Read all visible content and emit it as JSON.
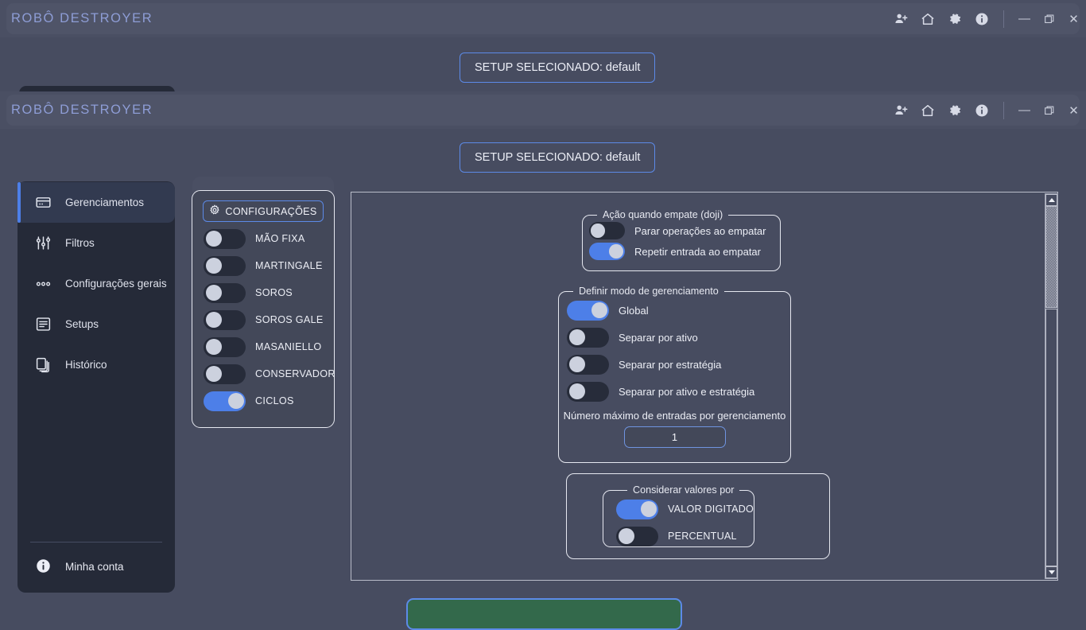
{
  "app": {
    "title": "ROBÔ DESTROYER",
    "titlebar_icons": [
      {
        "name": "add-person-icon",
        "label": "Adicionar usuário"
      },
      {
        "name": "home-icon",
        "label": "Início"
      },
      {
        "name": "gear-icon",
        "label": "Configurações"
      },
      {
        "name": "info-icon",
        "label": "Informações"
      }
    ],
    "window_controls": [
      {
        "name": "minimize-button",
        "glyph": "—"
      },
      {
        "name": "maximize-button",
        "glyph": "❐"
      },
      {
        "name": "close-button",
        "glyph": "✕"
      }
    ]
  },
  "setup": {
    "button_label": "SETUP SELECIONADO: default"
  },
  "sidebar": {
    "items": [
      {
        "label": "Gerenciamentos",
        "icon": "card-icon",
        "active": true
      },
      {
        "label": "Filtros",
        "icon": "sliders-icon",
        "active": false
      },
      {
        "label": "Configurações gerais",
        "icon": "dots-icon",
        "active": false
      },
      {
        "label": "Setups",
        "icon": "list-icon",
        "active": false
      },
      {
        "label": "Histórico",
        "icon": "copy-icon",
        "active": false
      }
    ],
    "account": {
      "label": "Minha conta",
      "icon": "info-filled-icon"
    }
  },
  "config_panel": {
    "header": "CONFIGURAÇÕES",
    "header_icon": "gear-icon",
    "toggles": [
      {
        "label": "MÃO FIXA",
        "on": false
      },
      {
        "label": "MARTINGALE",
        "on": false
      },
      {
        "label": "SOROS",
        "on": false
      },
      {
        "label": "SOROS GALE",
        "on": false
      },
      {
        "label": "MASANIELLO",
        "on": false
      },
      {
        "label": "CONSERVADOR",
        "on": false
      },
      {
        "label": "CICLOS",
        "on": true
      }
    ]
  },
  "doji": {
    "legend": "Ação quando empate (doji)",
    "options": [
      {
        "label": "Parar operações ao empatar",
        "on": false
      },
      {
        "label": "Repetir entrada ao empatar",
        "on": true
      }
    ]
  },
  "mode": {
    "legend": "Definir modo de gerenciamento",
    "options": [
      {
        "label": "Global",
        "on": true
      },
      {
        "label": "Separar por ativo",
        "on": false
      },
      {
        "label": "Separar por estratégia",
        "on": false
      },
      {
        "label": "Separar por ativo e estratégia",
        "on": false
      }
    ],
    "max_entries_label": "Número máximo de entradas por gerenciamento",
    "max_entries_value": "1",
    "max_entries_placeholder": "1"
  },
  "values": {
    "legend": "Considerar valores por",
    "options": [
      {
        "label": "VALOR DIGITADO",
        "on": true
      },
      {
        "label": "PERCENTUAL",
        "on": false
      }
    ]
  },
  "scrollbar": {
    "name": "vertical-scrollbar",
    "up_arrow": "scroll-up-arrow",
    "down_arrow": "scroll-down-arrow"
  },
  "bottom": {
    "save_button_label": ""
  },
  "colors": {
    "background": "#474c60",
    "titlebar": "#4a4f63",
    "sidebar": "#252a38",
    "accent_blue": "#5c8ae8",
    "toggle_on": "#4d7fe8",
    "toggle_off": "#272c3a",
    "title_text": "#8e9dd6",
    "green_button": "#33694b",
    "panel": "#434859"
  }
}
